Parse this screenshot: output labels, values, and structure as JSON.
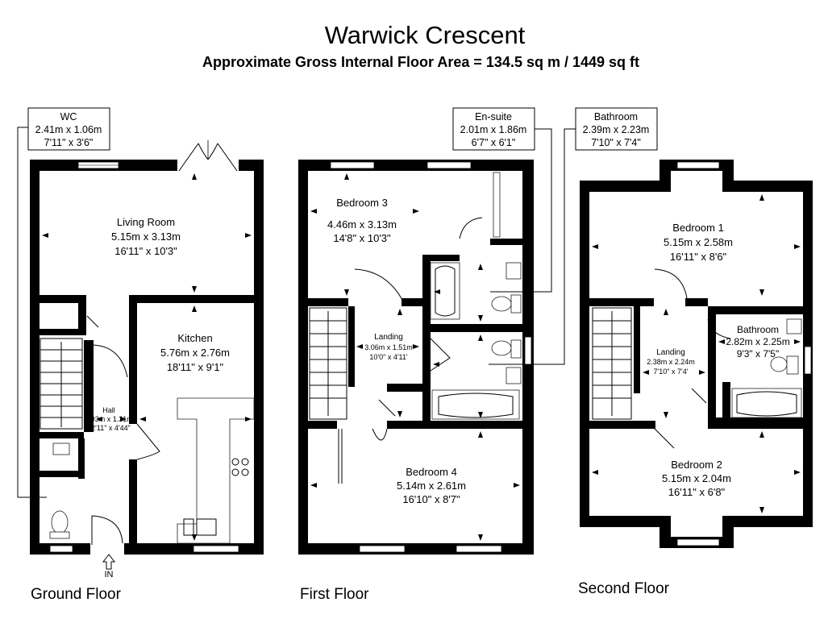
{
  "title": "Warwick Crescent",
  "subtitle": "Approximate Gross Internal Floor Area  = 134.5 sq m  / 1449 sq ft",
  "floors": {
    "ground": "Ground Floor",
    "first": "First Floor",
    "second": "Second Floor"
  },
  "entrance": "IN",
  "callouts": {
    "wc": {
      "name": "WC",
      "metric": "2.41m x 1.06m",
      "imperial": "7'11\" x 3'6\""
    },
    "ensuite": {
      "name": "En-suite",
      "metric": "2.01m x 1.86m",
      "imperial": "6'7\" x 6'1\""
    },
    "bathroom": {
      "name": "Bathroom",
      "metric": "2.39m x 2.23m",
      "imperial": "7'10\" x 7'4\""
    }
  },
  "rooms": {
    "living_room": {
      "name": "Living Room",
      "metric": "5.15m x 3.13m",
      "imperial": "16'11\" x 10'3\""
    },
    "kitchen": {
      "name": "Kitchen",
      "metric": "5.76m x 2.76m",
      "imperial": "18'11\" x 9'1\""
    },
    "hall": {
      "name": "Hall",
      "metric": "3.93m x 1.31m",
      "imperial": "12'11\" x 4'44\""
    },
    "bedroom3": {
      "name": "Bedroom 3",
      "metric": "4.46m x 3.13m",
      "imperial": "14'8\" x 10'3\""
    },
    "landing1": {
      "name": "Landing",
      "metric": "3.06m x 1.51m",
      "imperial": "10'0\" x 4'11'"
    },
    "bedroom4": {
      "name": "Bedroom 4",
      "metric": "5.14m x 2.61m",
      "imperial": "16'10\" x 8'7\""
    },
    "bedroom1": {
      "name": "Bedroom 1",
      "metric": "5.15m x 2.58m",
      "imperial": "16'11\" x 8'6\""
    },
    "landing2": {
      "name": "Landing",
      "metric": "2.38m x 2.24m",
      "imperial": "7'10\" x 7'4'"
    },
    "bathroom2": {
      "name": "Bathroom",
      "metric": "2.82m x 2.25m",
      "imperial": "9'3\" x 7'5\""
    },
    "bedroom2": {
      "name": "Bedroom 2",
      "metric": "5.15m x 2.04m",
      "imperial": "16'11\" x 6'8\""
    }
  }
}
